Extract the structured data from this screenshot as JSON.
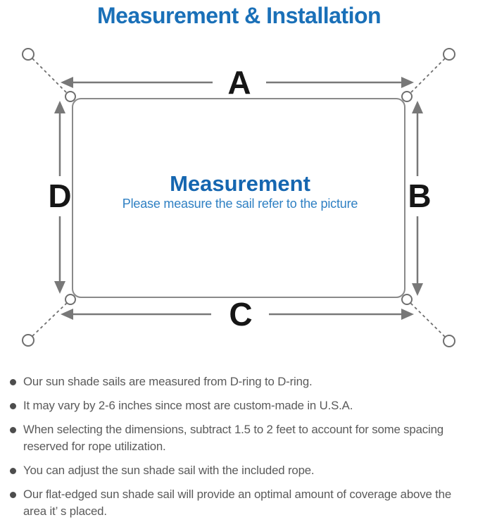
{
  "title": "Measurement & Installation",
  "colors": {
    "title_blue": "#1a70b8",
    "center_title_blue": "#1566b0",
    "subtitle_blue": "#2f80c3",
    "line_gray": "#787878",
    "label_black": "#161616",
    "note_gray": "#5a5a5a"
  },
  "diagram": {
    "center_title": "Measurement",
    "center_subtitle": "Please measure the sail refer to the picture",
    "labels": {
      "top": "A",
      "right": "B",
      "bottom": "C",
      "left": "D"
    }
  },
  "notes": [
    "Our sun shade sails are measured from D-ring to D-ring.",
    "It may vary by 2-6 inches since most are custom-made in U.S.A.",
    "When selecting the dimensions, subtract 1.5 to 2 feet to account for some spacing reserved for rope utilization.",
    "You can adjust the sun shade sail with the included rope.",
    "Our flat-edged sun shade sail will provide an optimal amount of coverage above the area it’ s placed."
  ]
}
